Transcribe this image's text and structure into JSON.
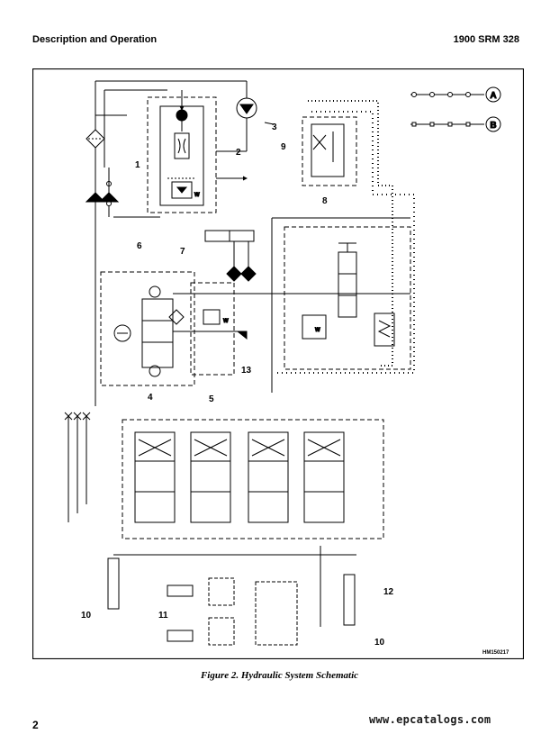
{
  "header": {
    "section_title": "Description and Operation",
    "doc_code": "1900 SRM 328"
  },
  "diagram": {
    "callouts": [
      "1",
      "2",
      "3",
      "4",
      "5",
      "6",
      "7",
      "8",
      "9",
      "10",
      "11",
      "12",
      "13",
      "10"
    ],
    "legend": {
      "a_label": "A",
      "b_label": "B"
    },
    "drawing_code": "HM150217"
  },
  "caption": "Figure 2. Hydraulic System Schematic",
  "footer": {
    "page_number": "2",
    "watermark": "www.epcatalogs.com"
  }
}
